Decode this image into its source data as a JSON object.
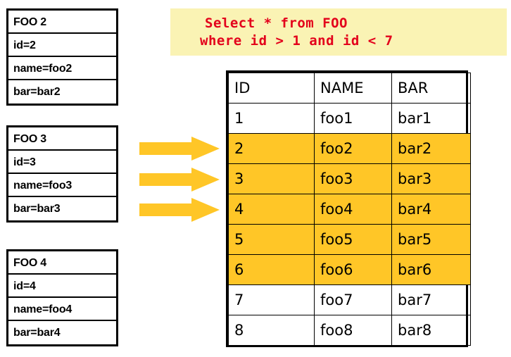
{
  "objects": [
    {
      "title": "FOO 2",
      "fields": [
        "id=2",
        "name=foo2",
        "bar=bar2"
      ]
    },
    {
      "title": "FOO 3",
      "fields": [
        "id=3",
        "name=foo3",
        "bar=bar3"
      ]
    },
    {
      "title": "FOO 4",
      "fields": [
        "id=4",
        "name=foo4",
        "bar=bar4"
      ]
    }
  ],
  "sql": {
    "line1": "Select * from FOO",
    "line2": "where id > 1 and id < 7",
    "text_color": "#E3001B",
    "background_color": "#FAF3B4"
  },
  "arrows": {
    "count": 3,
    "color": "#FFC627",
    "direction": "right"
  },
  "result_table": {
    "headers": [
      "ID",
      "NAME",
      "BAR"
    ],
    "highlight_color": "#FFC627",
    "rows": [
      {
        "id": "1",
        "name": "foo1",
        "bar": "bar1",
        "highlighted": false
      },
      {
        "id": "2",
        "name": "foo2",
        "bar": "bar2",
        "highlighted": true
      },
      {
        "id": "3",
        "name": "foo3",
        "bar": "bar3",
        "highlighted": true
      },
      {
        "id": "4",
        "name": "foo4",
        "bar": "bar4",
        "highlighted": true
      },
      {
        "id": "5",
        "name": "foo5",
        "bar": "bar5",
        "highlighted": true
      },
      {
        "id": "6",
        "name": "foo6",
        "bar": "bar6",
        "highlighted": true
      },
      {
        "id": "7",
        "name": "foo7",
        "bar": "bar7",
        "highlighted": false
      },
      {
        "id": "8",
        "name": "foo8",
        "bar": "bar8",
        "highlighted": false
      }
    ]
  }
}
